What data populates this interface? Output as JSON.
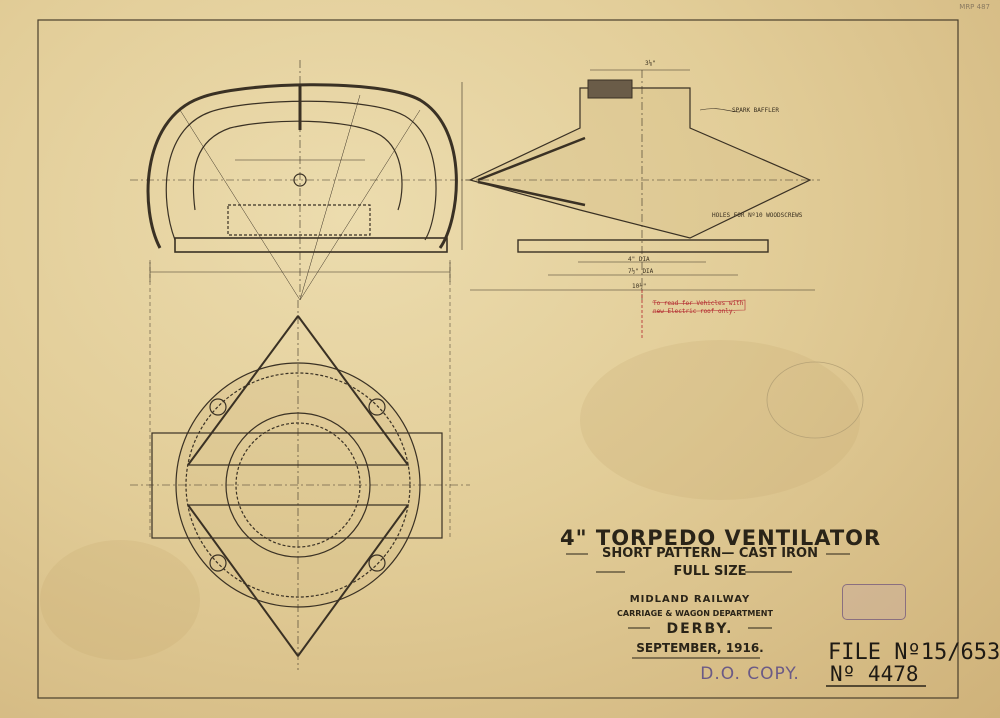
{
  "corner_ref": "MRP 487",
  "title": {
    "main": "4\" TORPEDO VENTILATOR",
    "subtitle": "SHORT PATTERN— CAST IRON",
    "scale": "FULL SIZE"
  },
  "company": {
    "name": "MIDLAND RAILWAY",
    "department": "CARRIAGE & WAGON DEPARTMENT",
    "city": "DERBY.",
    "date": "SEPTEMBER, 1916."
  },
  "stamps": {
    "copy": "D.O. COPY.",
    "file_no": "FILE Nº15/653",
    "drawing_no": "Nº 4478"
  },
  "annotations": {
    "spark_baffler": "SPARK BAFFLER",
    "holes": "HOLES FOR Nº10 WOODSCREWS",
    "dia_4": "4\" DIA",
    "dia_7": "7½\" DIA",
    "len_10": "10½\"",
    "len_3": "3⅛\"",
    "red_note_1": "To read for Vehicles with",
    "red_note_2": "new Electric roof only."
  }
}
